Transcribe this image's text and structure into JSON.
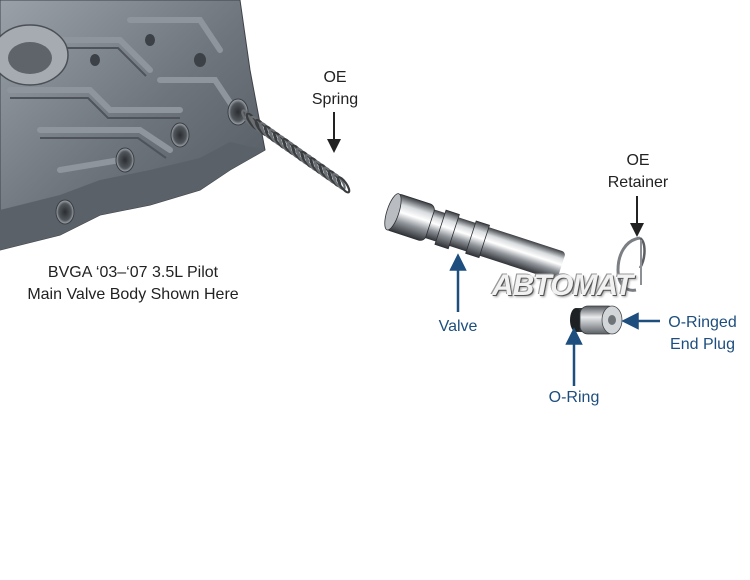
{
  "labels": {
    "oe_spring": [
      "OE",
      "Spring"
    ],
    "oe_retainer": [
      "OE",
      "Retainer"
    ],
    "valve": "Valve",
    "o_ringed_end_plug": [
      "O-Ringed",
      "End Plug"
    ],
    "o_ring": "O-Ring"
  },
  "caption": [
    "BVGA ‘03–‘07 3.5L Pilot",
    "Main Valve Body Shown Here"
  ],
  "watermark": "ABTOMAT",
  "colors": {
    "label_dark": "#222222",
    "label_blue": "#1d4e7e",
    "arrow_blue": "#1d4e7e",
    "arrow_dark": "#222222",
    "valve_body": "#7a8189"
  }
}
